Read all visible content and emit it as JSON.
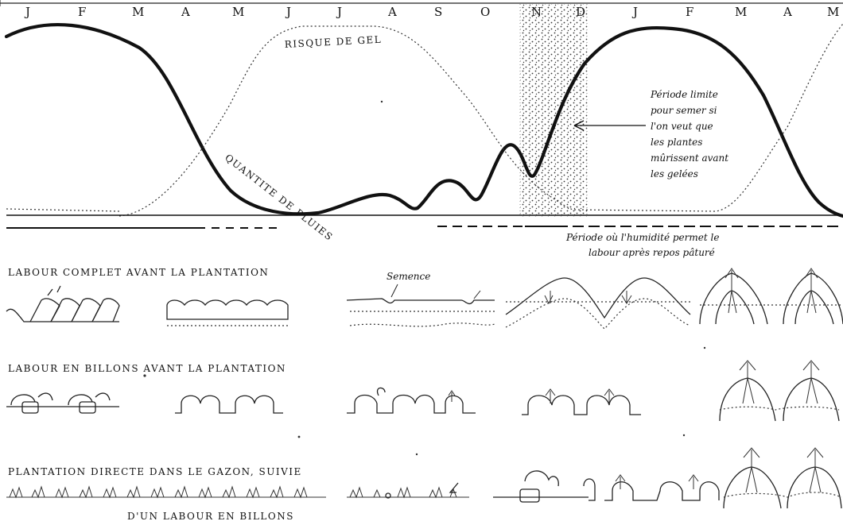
{
  "calendar": {
    "months": [
      "J",
      "F",
      "M",
      "A",
      "M",
      "J",
      "J",
      "A",
      "S",
      "O",
      "N",
      "D",
      "J",
      "F",
      "M",
      "A",
      "M"
    ]
  },
  "chart": {
    "frost_label": "RISQUE DE GEL",
    "rain_label": "QUANTITE DE PLUIES",
    "sowing_note": [
      "Période limite",
      "pour semer si",
      "l'on veut que",
      "les plantes",
      "mûrissent avant",
      "les gelées"
    ],
    "tillage_note": [
      "Période où l'humidité permet le",
      "labour après repos pâturé"
    ]
  },
  "methods": [
    {
      "title": "LABOUR COMPLET AVANT LA PLANTATION",
      "annotation": "Semence"
    },
    {
      "title": "LABOUR EN BILLONS AVANT LA PLANTATION"
    },
    {
      "title": "PLANTATION DIRECTE DANS LE GAZON, SUIVIE",
      "subtitle": "D'UN LABOUR EN BILLONS"
    }
  ]
}
